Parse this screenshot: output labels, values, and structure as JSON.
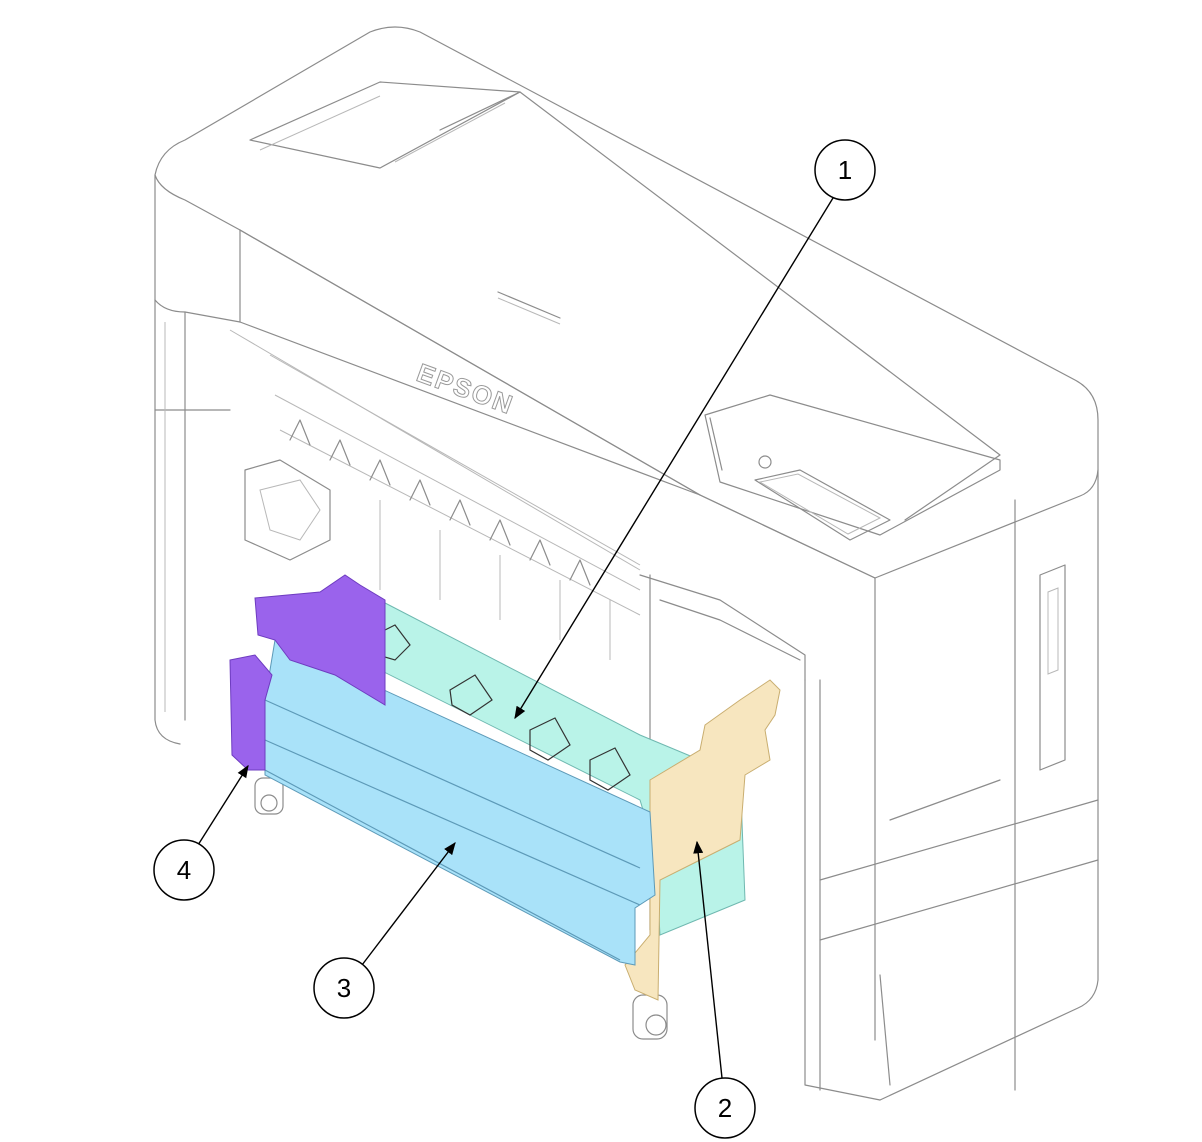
{
  "brand": "EPSON",
  "colors": {
    "part1": "#b9f3e8",
    "part2": "#f7e6bf",
    "part3": "#a9e2f9",
    "part4": "#9a63ec"
  },
  "callouts": [
    {
      "number": "1",
      "part": "part1"
    },
    {
      "number": "2",
      "part": "part2"
    },
    {
      "number": "3",
      "part": "part3"
    },
    {
      "number": "4",
      "part": "part4"
    }
  ]
}
